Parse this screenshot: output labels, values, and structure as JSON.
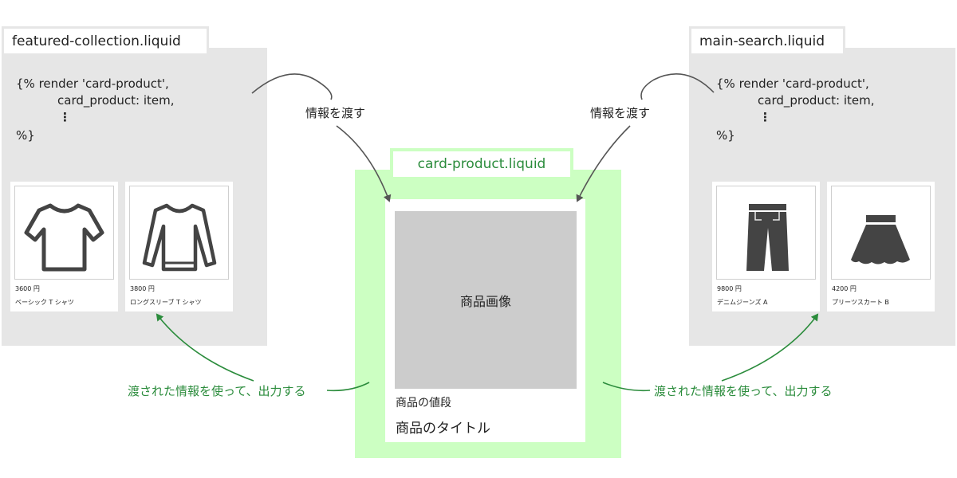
{
  "left": {
    "filename": "featured-collection.liquid",
    "code": [
      "{% render 'card-product',",
      "card_product: item,",
      "⋮",
      "%}"
    ],
    "products": [
      {
        "price": "3600 円",
        "title": "ベーシック T シャツ",
        "icon": "tshirt-icon"
      },
      {
        "price": "3800 円",
        "title": "ロングスリーブ T シャツ",
        "icon": "longsleeve-icon"
      }
    ]
  },
  "right": {
    "filename": "main-search.liquid",
    "code": [
      "{% render 'card-product',",
      "card_product: item,",
      "⋮",
      "%}"
    ],
    "products": [
      {
        "price": "9800 円",
        "title": "デニムジーンズ A",
        "icon": "jeans-icon"
      },
      {
        "price": "4200 円",
        "title": "プリーツスカート B",
        "icon": "skirt-icon"
      }
    ]
  },
  "center": {
    "filename": "card-product.liquid",
    "image_label": "商品画像",
    "price_label": "商品の値段",
    "title_label": "商品のタイトル"
  },
  "annotations": {
    "pass_left": "情報を渡す",
    "pass_right": "情報を渡す",
    "use_left": "渡された情報を使って、出力する",
    "use_right": "渡された情報を使って、出力する"
  },
  "colors": {
    "panel_gray": "#e6e6e6",
    "green_fill": "#ccffc2",
    "green_text": "#2b8c3c",
    "arrow_gray": "#555555",
    "placeholder_gray": "#cccccc"
  }
}
